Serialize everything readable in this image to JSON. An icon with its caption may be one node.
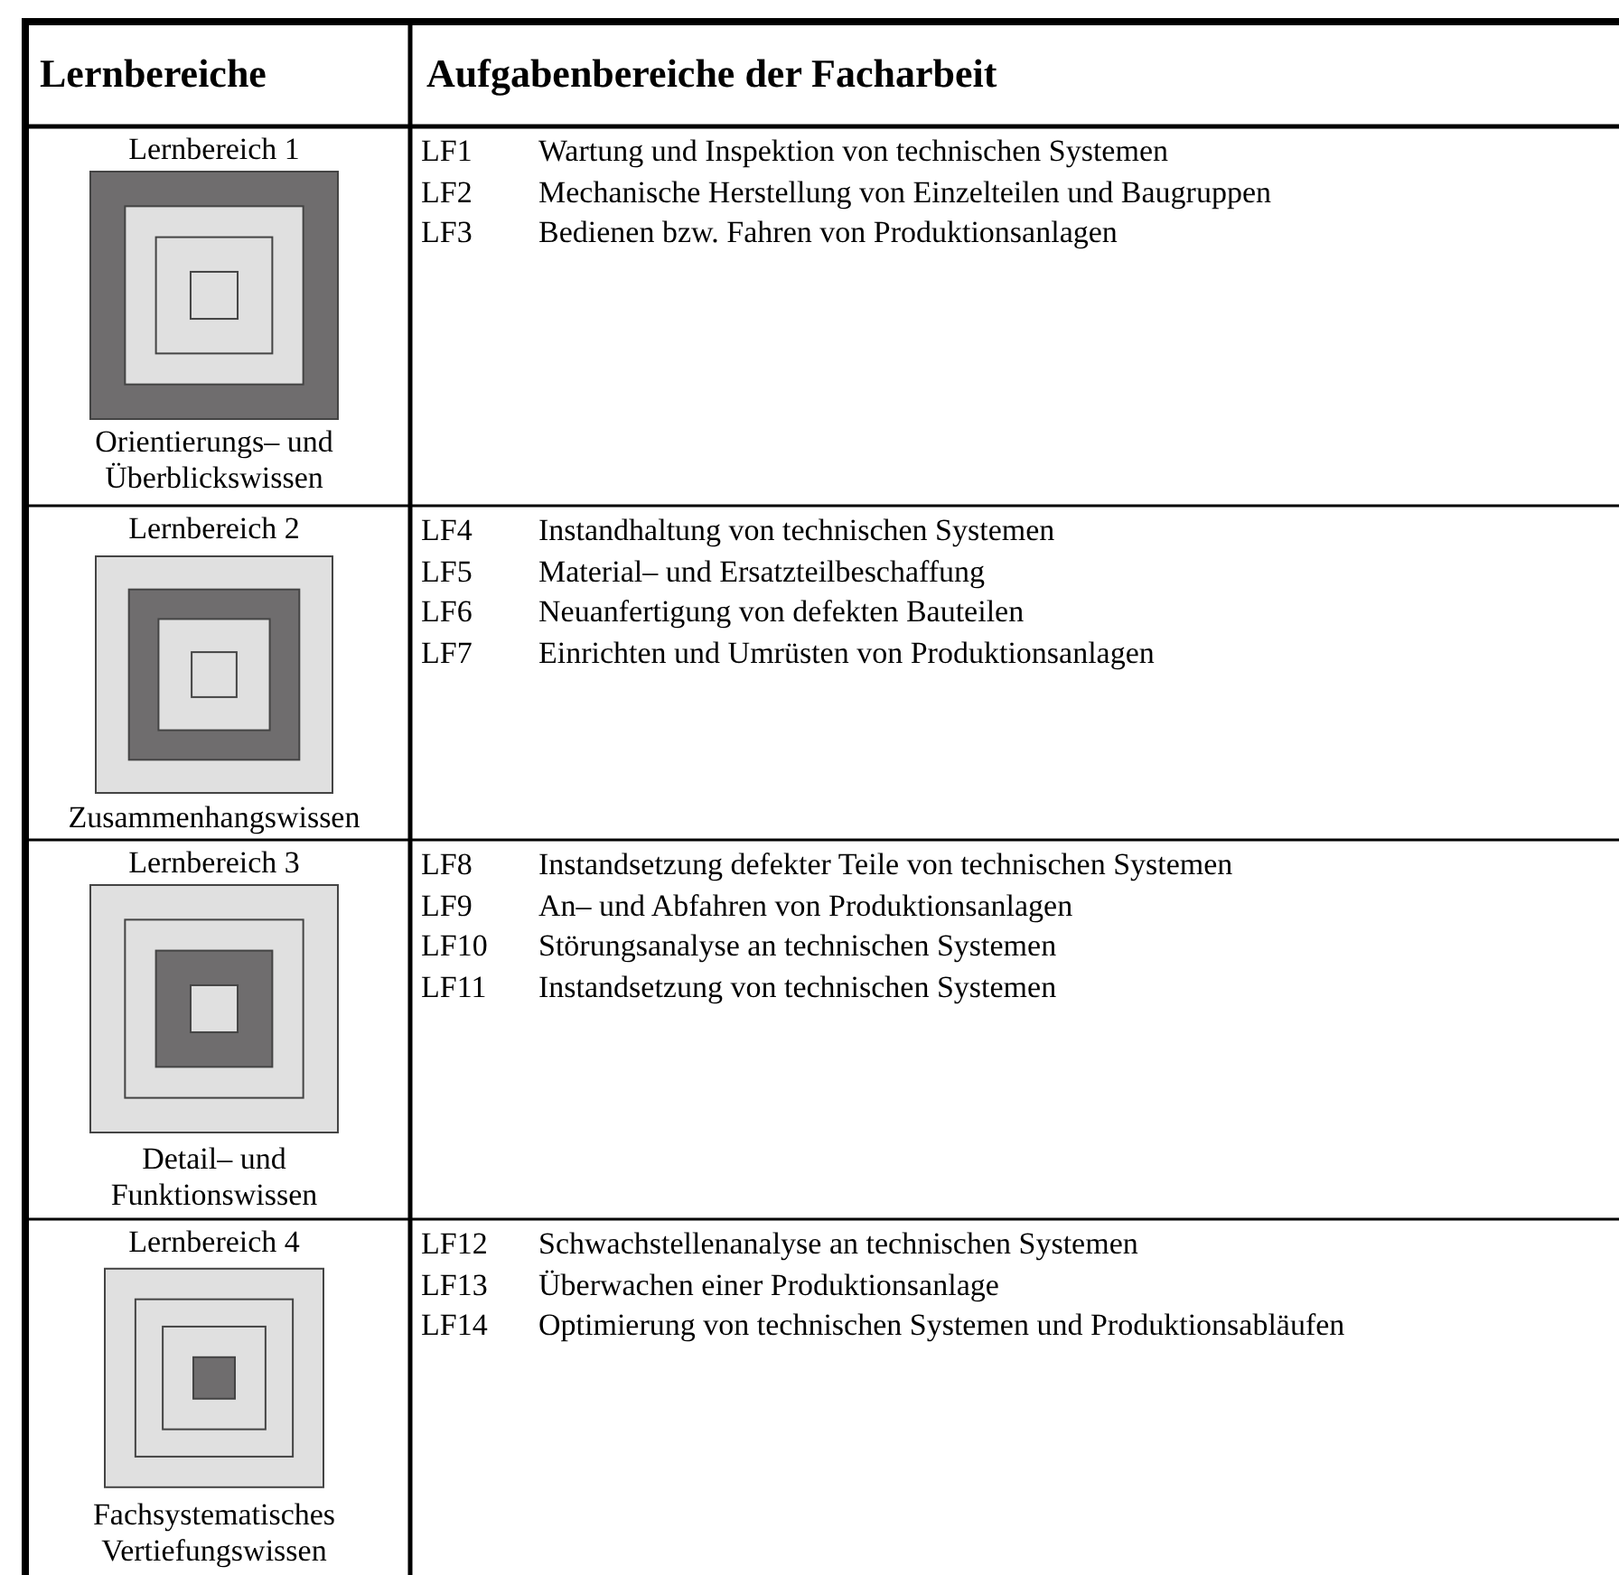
{
  "diagram": {
    "labels": [
      "Lernbereiche",
      "Aufgabenbereiche der Facharbeit",
      "Lernbereich 1",
      "Orientierungs– und Überblickswissen",
      "LF1",
      "Wartung und Inspektion von technischen Systemen",
      "LF2",
      "Mechanische Herstellung von Einzelteilen und Baugruppen",
      "LF3",
      "Bedienen bzw. Fahren von Produktionsanlagen",
      "Lernbereich 2",
      "Zusammenhangswissen",
      "LF4",
      "Instandhaltung von technischen Systemen",
      "LF5",
      "Material– und Ersatzteilbeschaffung",
      "LF6",
      "Neuanfertigung von defekten Bauteilen",
      "LF7",
      "Einrichten und Umrüsten von Produktionsanlagen",
      "Lernbereich 3",
      "Detail– und Funktionswissen",
      "LF8",
      "Instandsetzung defekter Teile von technischen Systemen",
      "LF9",
      "An– und Abfahren von Produktionsanlagen",
      "LF10",
      "Störungsanalyse an technischen Systemen",
      "LF11",
      "Instandsetzung von technischen Systemen",
      "Lernbereich 4",
      "Fachsystematisches Vertiefungswissen",
      "LF12",
      "Schwachstellenanalyse an technischen Systemen",
      "LF13",
      "Überwachen einer Produktionsanlage",
      "LF14",
      "Optimierung von technischen Systemen und Produktionsabläufen"
    ]
  }
}
